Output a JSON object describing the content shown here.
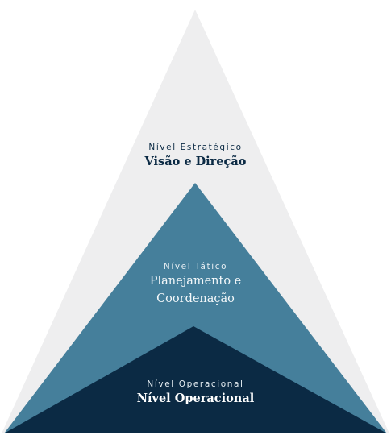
{
  "tiers": {
    "strategic": {
      "label": "Nível Estratégico",
      "title": "Visão e Direção",
      "color": "#eeeeef"
    },
    "tactical": {
      "label": "Nível Tático",
      "title_line1": "Planejamento e",
      "title_line2": "Coordenação",
      "color": "#457f9b"
    },
    "operational": {
      "label": "Nível Operacional",
      "title": "Nível Operacional",
      "color": "#0b2a44"
    }
  }
}
